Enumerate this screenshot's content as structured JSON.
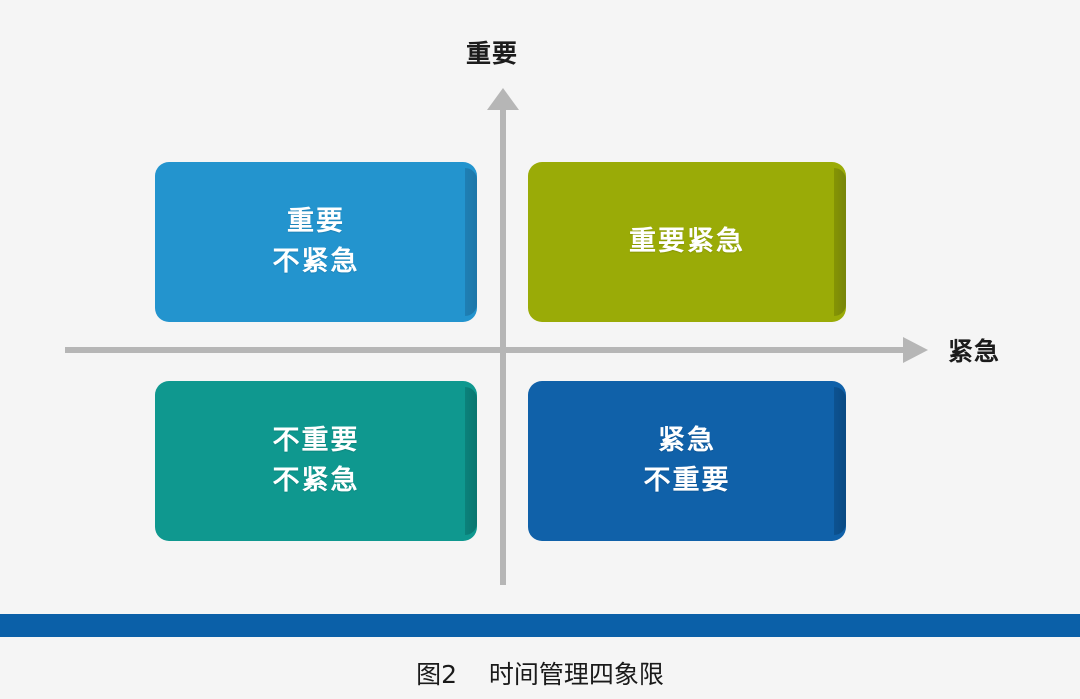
{
  "figure": {
    "caption": "图2    时间管理四象限",
    "caption_number": "图2",
    "caption_title": "时间管理四象限"
  },
  "axes": {
    "vertical": {
      "label": "重要",
      "direction": "up",
      "arrow_icon": "arrow-up-icon"
    },
    "horizontal": {
      "label": "紧急",
      "direction": "right",
      "arrow_icon": "arrow-right-icon"
    },
    "color": "#b6b6b6"
  },
  "quadrants": [
    {
      "id": "important-not-urgent",
      "position": "top-left",
      "lines": [
        "重要",
        "不紧急"
      ],
      "text": "重要\n不紧急",
      "color": "#2394ce",
      "text_color": "#ffffff"
    },
    {
      "id": "important-urgent",
      "position": "top-right",
      "lines": [
        "重要紧急"
      ],
      "text": "重要紧急",
      "color": "#9aab07",
      "text_color": "#ffffff"
    },
    {
      "id": "not-important-not-urgent",
      "position": "bottom-left",
      "lines": [
        "不重要",
        "不紧急"
      ],
      "text": "不重要\n不紧急",
      "color": "#0f988f",
      "text_color": "#ffffff"
    },
    {
      "id": "urgent-not-important",
      "position": "bottom-right",
      "lines": [
        "紧急",
        "不重要"
      ],
      "text": "紧急\n不重要",
      "color": "#1061a9",
      "text_color": "#ffffff"
    }
  ],
  "divider": {
    "color": "#0b60a8"
  },
  "background": {
    "color": "#f5f5f5"
  }
}
